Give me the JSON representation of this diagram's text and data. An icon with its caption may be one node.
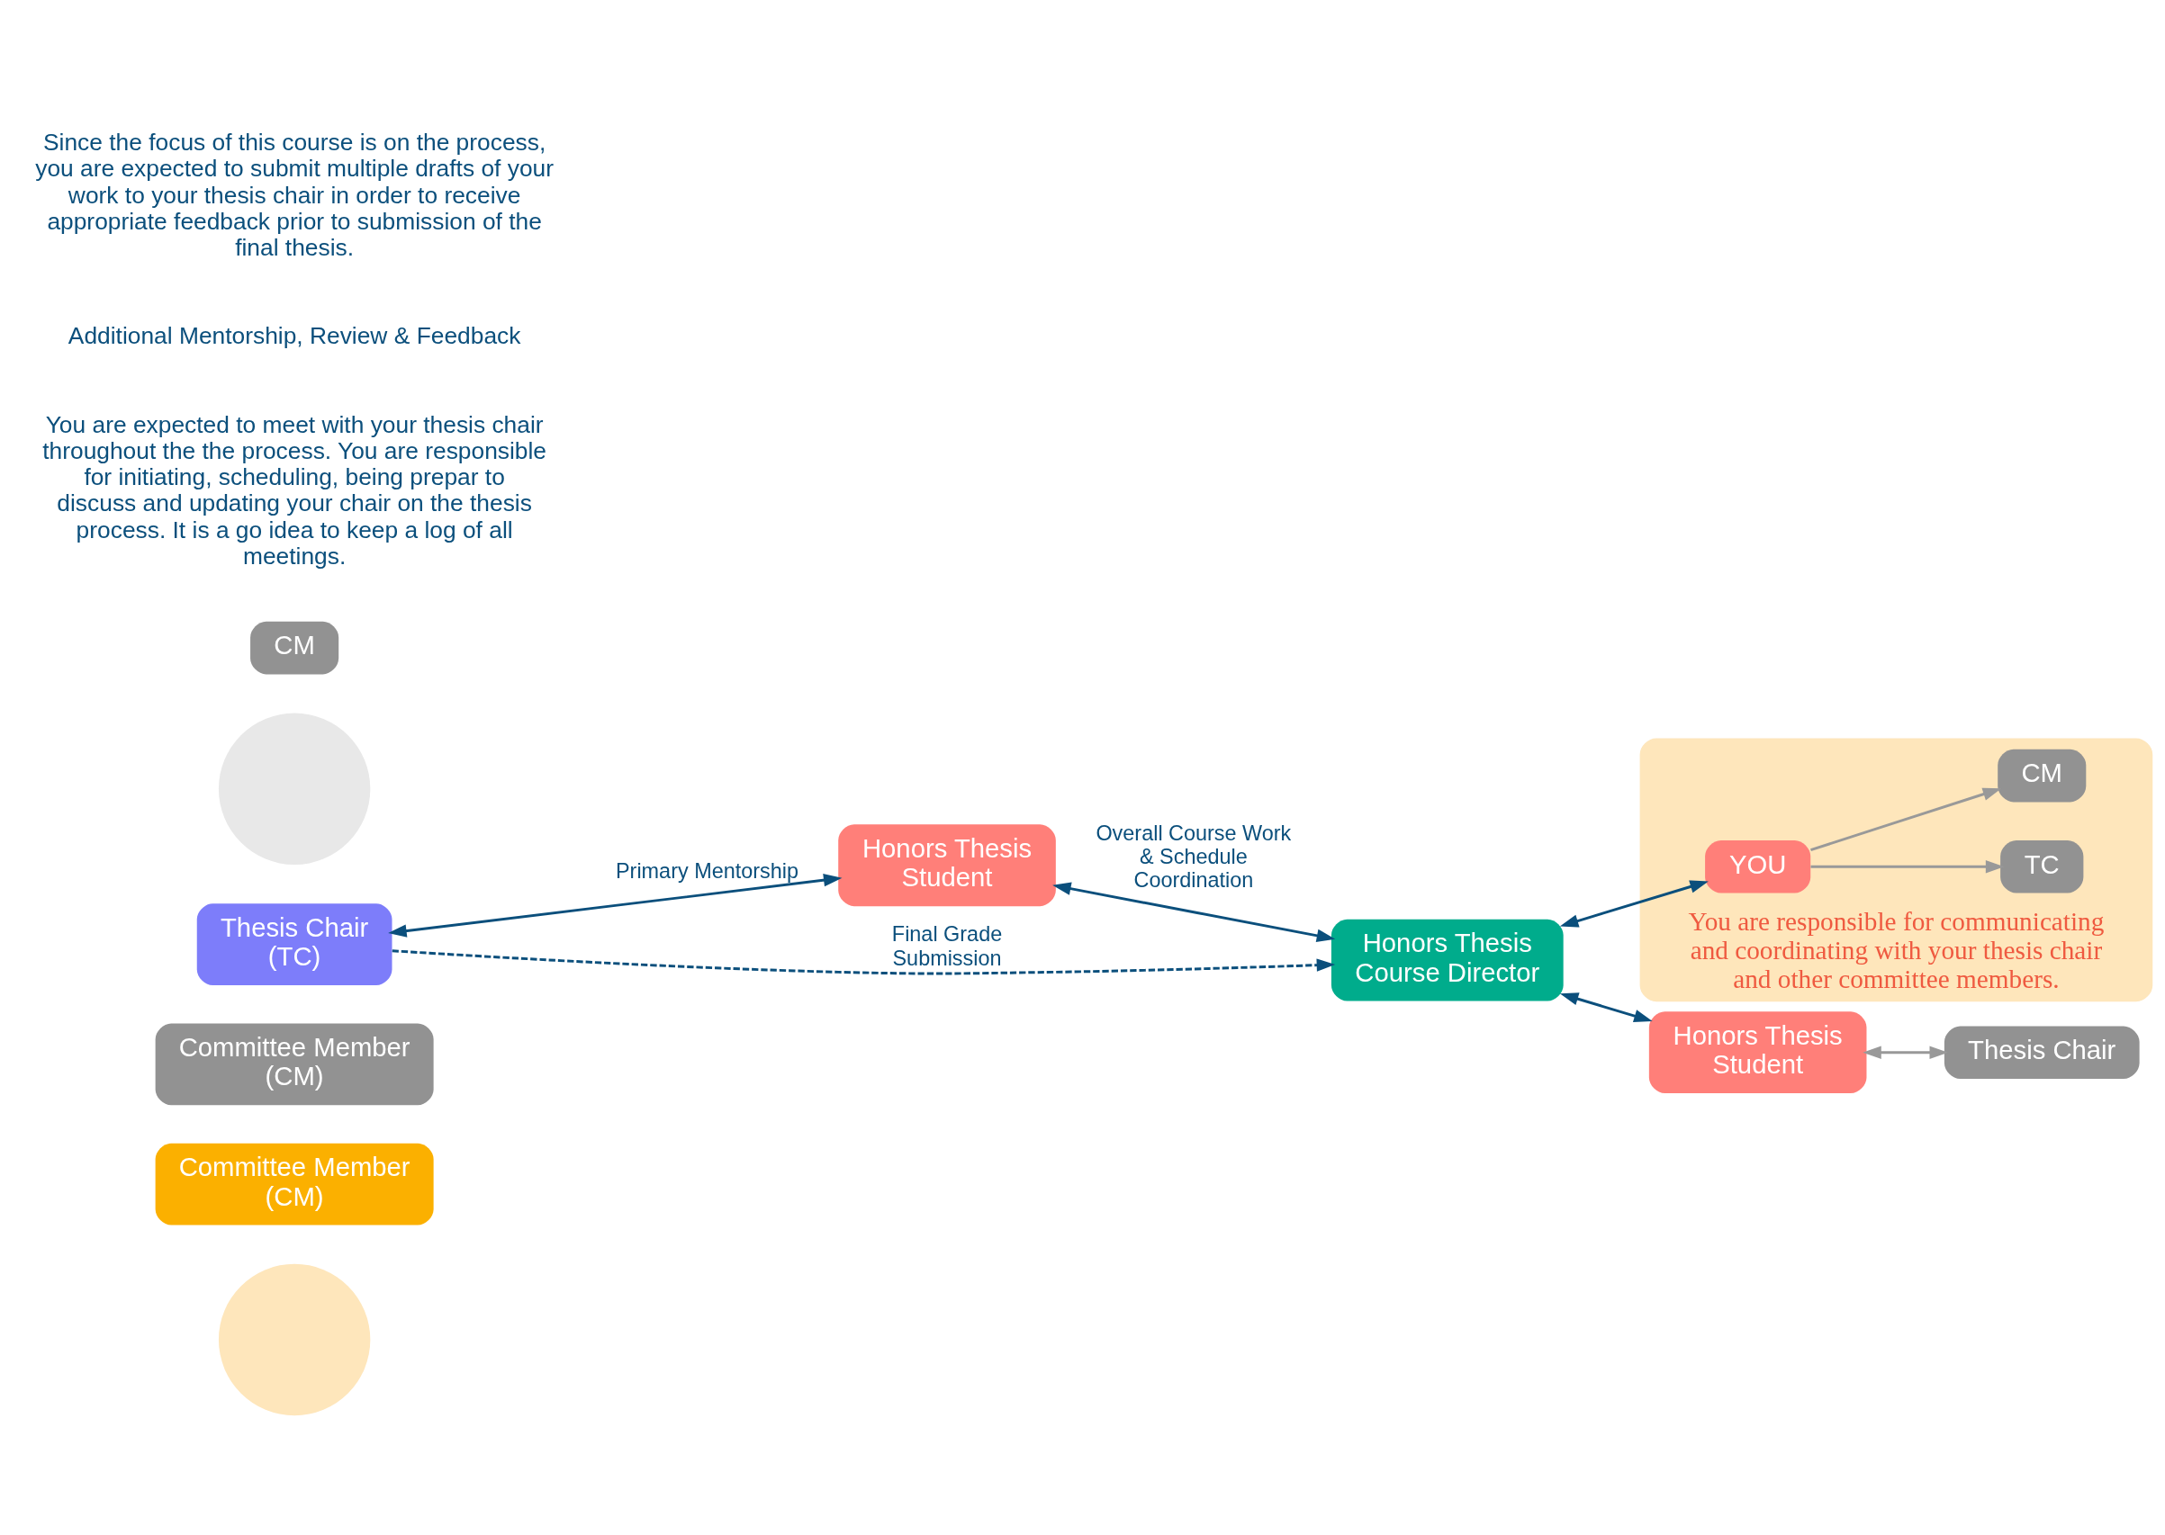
{
  "diagram": {
    "nodes": [
      {
        "text": [],
        "shape": "circle"
      },
      {
        "text": [
          "Committee Member (CM)"
        ]
      },
      {
        "text": [
          "Committee Member (CM)"
        ]
      },
      {
        "text": [
          "Honors Thesis Student"
        ]
      },
      {
        "text": [
          "Thesis Chair (TC)"
        ]
      },
      {
        "text": [
          "Honors Thesis Course Director"
        ]
      },
      {
        "text": [
          "You are responsible for communicating and coordinating with your thesis chair and other committee members."
        ]
      },
      {
        "text": [
          "TC"
        ],
        "in": 6
      },
      {
        "text": [
          "CM"
        ],
        "in": 6
      },
      {
        "text": [
          "YOU"
        ],
        "in": 6
      },
      {
        "text": [],
        "shape": "circle"
      },
      {
        "text": [
          "Thesis Chair"
        ]
      },
      {
        "text": [
          "Honors Thesis Student"
        ]
      },
      {
        "text": [
          "CM"
        ]
      }
    ],
    "edges": [
      {
        "from": 4,
        "to": 3,
        "arrow": "both",
        "label": "Primary Mentorship"
      },
      {
        "from": 3,
        "to": 5,
        "arrow": "both",
        "label": "Overall Course Work & Schedule Coordination"
      },
      {
        "from": 4,
        "to": 5,
        "arrow": "to",
        "label": "Final Grade Submission",
        "style": "dashed"
      },
      {
        "from": 5,
        "to": 9,
        "arrow": "both"
      },
      {
        "from": 9,
        "to": 7,
        "arrow": "to",
        "color": "#999999"
      },
      {
        "from": 9,
        "to": 8,
        "arrow": "to",
        "color": "#999999"
      },
      {
        "from": 5,
        "to": 12,
        "arrow": "both"
      },
      {
        "from": 12,
        "to": 11,
        "arrow": "both",
        "color": "#999999"
      }
    ],
    "labels": [
      "You are expected to meet with your thesis chair throughout the the process. You are responsible for initiating, scheduling, being prepar to discuss and updating your chair on the thesis process. It is a go idea to keep a log of all meetings.",
      "Additional Mentorship, Review & Feedback",
      "Since the focus of this course is on the process, you are expected to submit multiple drafts of your work to your thesis chair in order to receive appropriate feedback prior to submission of the final thesis."
    ]
  }
}
